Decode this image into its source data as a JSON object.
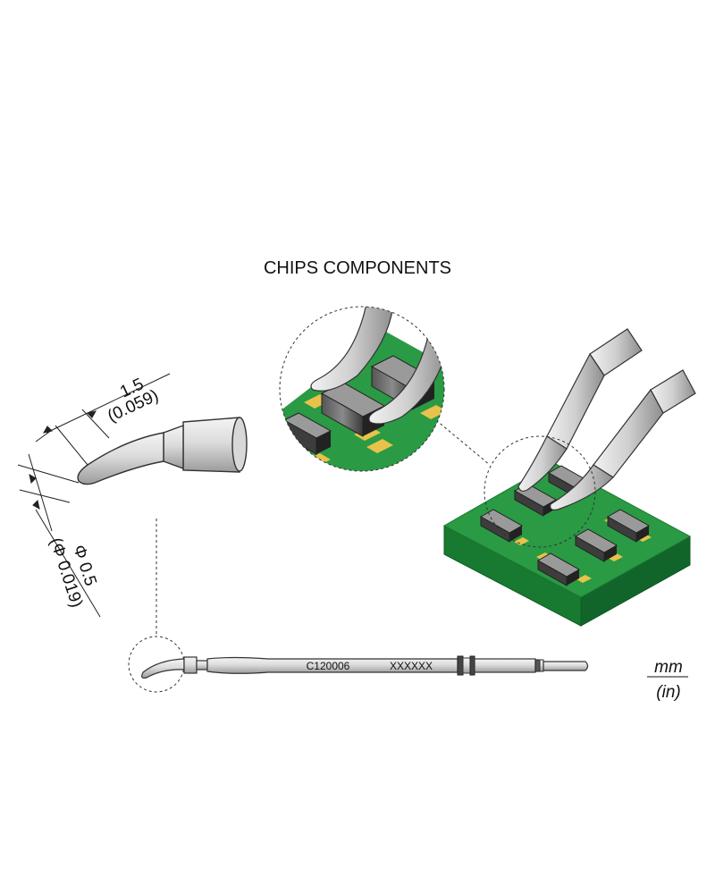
{
  "title": "CHIPS COMPONENTS",
  "dimensions": {
    "length_mm": "1.5",
    "length_in": "(0.059)",
    "diameter_mm": "Φ 0.5",
    "diameter_in": "(Φ 0.019)"
  },
  "tip_markings": {
    "part_number": "C120006",
    "serial": "XXXXXX"
  },
  "units": {
    "primary": "mm",
    "secondary": "(in)"
  },
  "colors": {
    "pcb_green": "#1f8a3a",
    "pcb_side": "#156a2b",
    "pad_gold": "#e8c24a",
    "chip_dark": "#2f2f2f",
    "chip_mid": "#6b6b6b",
    "metal_light": "#e9e9e9",
    "metal_mid": "#bdbdbd"
  }
}
